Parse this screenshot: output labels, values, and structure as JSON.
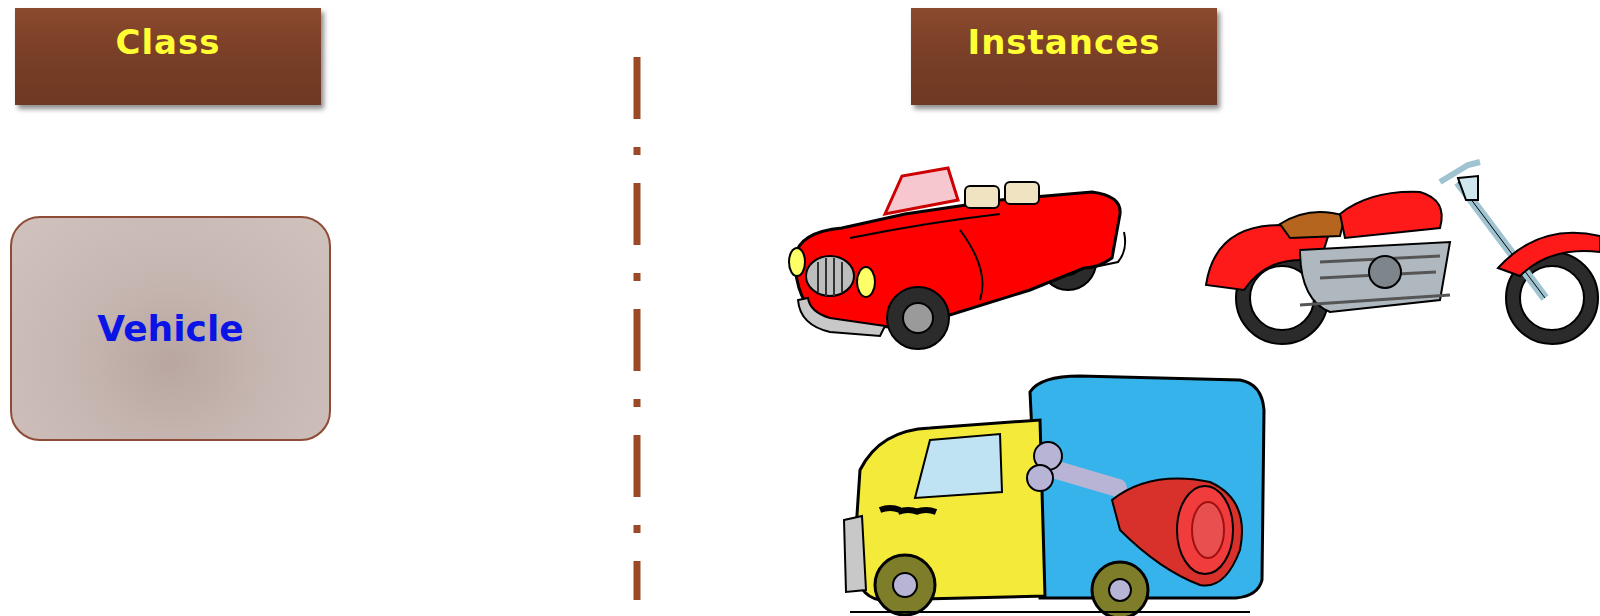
{
  "diagram": {
    "nodes": [
      {
        "text": [
          "Class"
        ]
      },
      {
        "text": [
          "Instances"
        ]
      },
      {
        "text": [
          "Vehicle"
        ]
      }
    ]
  }
}
